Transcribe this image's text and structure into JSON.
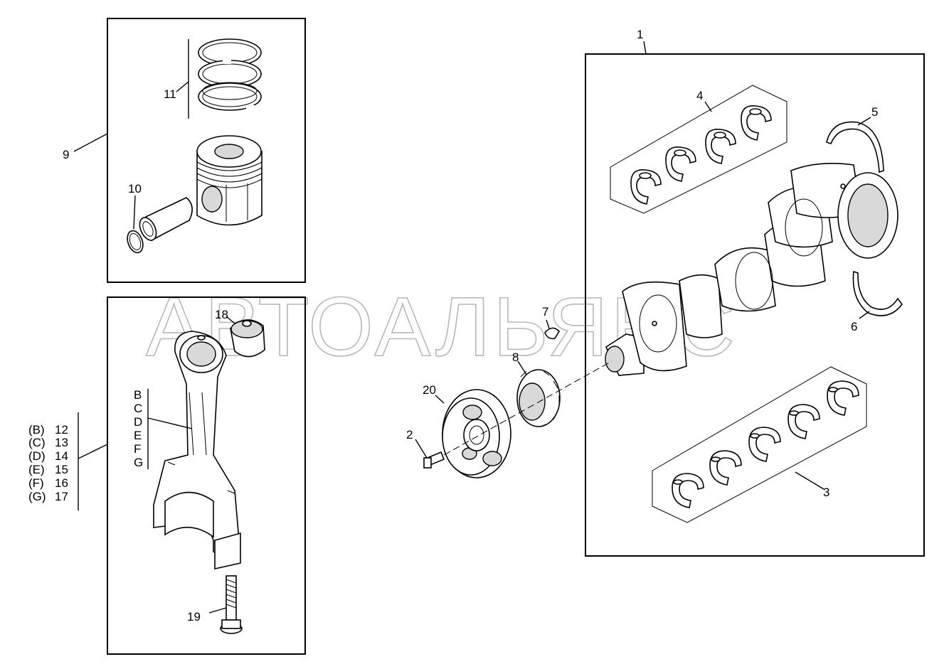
{
  "watermark": "АВТОАЛЬЯНС",
  "callouts": {
    "c1": "1",
    "c2": "2",
    "c3": "3",
    "c4": "4",
    "c5": "5",
    "c6": "6",
    "c7": "7",
    "c8": "8",
    "c9": "9",
    "c10": "10",
    "c11": "11",
    "c18": "18",
    "c19": "19",
    "c20": "20"
  },
  "size_letters": [
    "B",
    "C",
    "D",
    "E",
    "F",
    "G"
  ],
  "size_list": [
    {
      "grade": "(B)",
      "part": "12"
    },
    {
      "grade": "(C)",
      "part": "13"
    },
    {
      "grade": "(D)",
      "part": "14"
    },
    {
      "grade": "(E)",
      "part": "15"
    },
    {
      "grade": "(F)",
      "part": "16"
    },
    {
      "grade": "(G)",
      "part": "17"
    }
  ]
}
